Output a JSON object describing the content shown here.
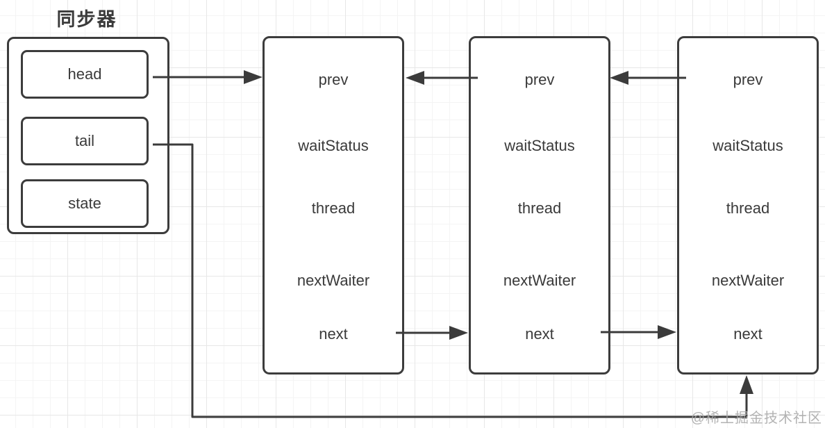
{
  "title": "同步器",
  "synchronizer": {
    "name": "同步器",
    "fields": [
      "head",
      "tail",
      "state"
    ]
  },
  "nodes": [
    {
      "fields": [
        "prev",
        "waitStatus",
        "thread",
        "nextWaiter",
        "next"
      ]
    },
    {
      "fields": [
        "prev",
        "waitStatus",
        "thread",
        "nextWaiter",
        "next"
      ]
    },
    {
      "fields": [
        "prev",
        "waitStatus",
        "thread",
        "nextWaiter",
        "next"
      ]
    }
  ],
  "connections": [
    {
      "from": "synchronizer.head",
      "to": "node-1.prev",
      "direction": "right"
    },
    {
      "from": "node-2.prev",
      "to": "node-1",
      "direction": "left"
    },
    {
      "from": "node-3.prev",
      "to": "node-2",
      "direction": "left"
    },
    {
      "from": "node-1.next",
      "to": "node-2",
      "direction": "right"
    },
    {
      "from": "node-2.next",
      "to": "node-3",
      "direction": "right"
    },
    {
      "from": "synchronizer.tail",
      "to": "node-3.bottom",
      "direction": "up"
    }
  ],
  "colors": {
    "line": "#3b3b3b",
    "text": "#3a3a3a",
    "box_background": "#ffffff",
    "grid_minor": "#f4f4f4",
    "grid_major": "#e7e7e7",
    "watermark": "#a6a6a6"
  },
  "watermark": "@稀土掘金技术社区"
}
